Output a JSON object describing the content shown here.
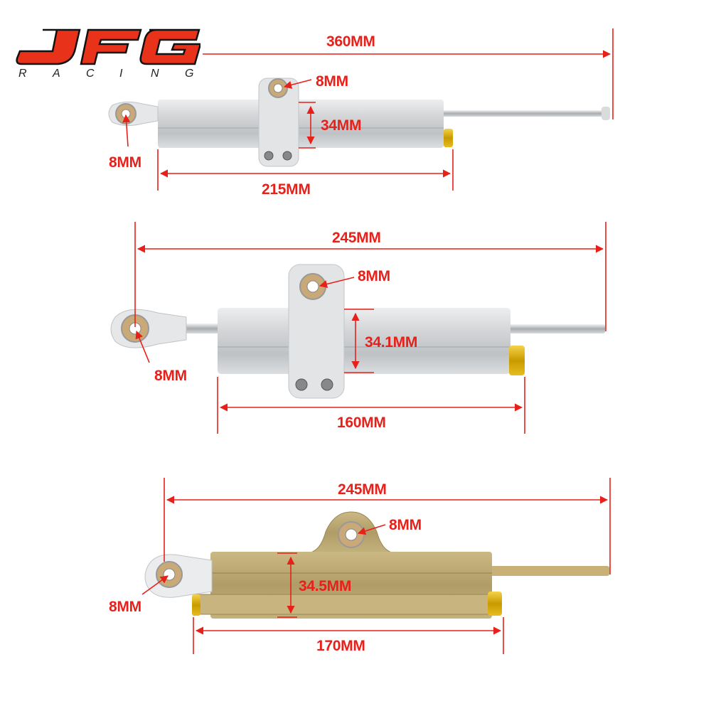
{
  "brand": {
    "logo_text": "JFG",
    "subtitle": "RACING",
    "logo_color": "#e8321a",
    "logo_outline": "#111111"
  },
  "colors": {
    "dimension": "#e8201a",
    "silver_body": "#d2d4d6",
    "gold_body": "#b8a572",
    "gold_knob": "#e0b400"
  },
  "dampers": [
    {
      "finish": "silver",
      "overall_length": "360MM",
      "top_hole": "8MM",
      "clamp_height": "34MM",
      "end_hole": "8MM",
      "body_length": "215MM"
    },
    {
      "finish": "silver",
      "overall_length": "245MM",
      "top_hole": "8MM",
      "clamp_height": "34.1MM",
      "end_hole": "8MM",
      "body_length": "160MM"
    },
    {
      "finish": "gold",
      "overall_length": "245MM",
      "top_hole": "8MM",
      "clamp_height": "34.5MM",
      "end_hole": "8MM",
      "body_length": "170MM"
    }
  ]
}
